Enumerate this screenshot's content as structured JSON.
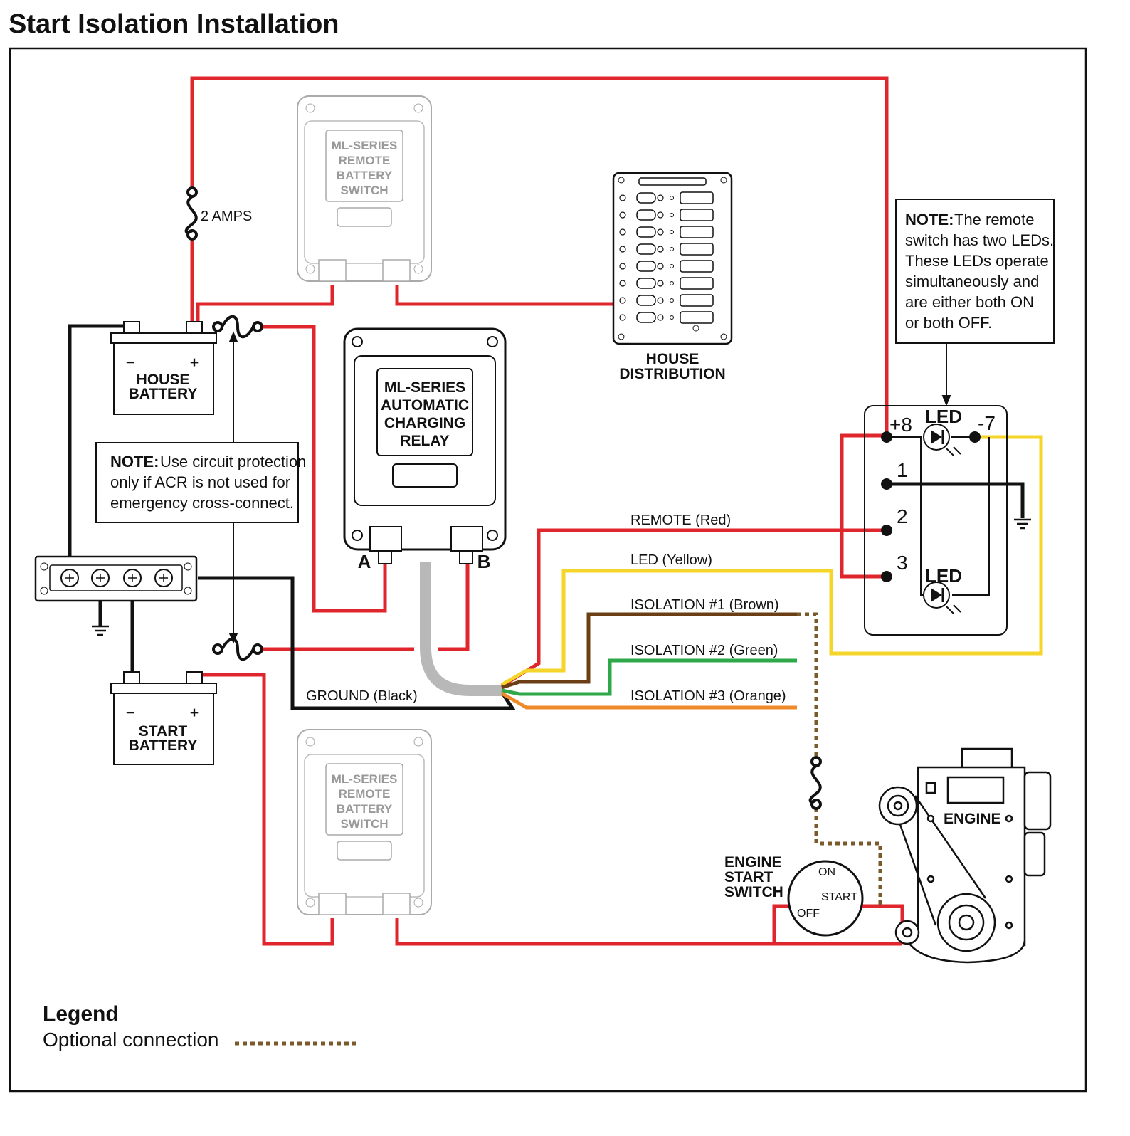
{
  "title": "Start Isolation Installation",
  "colors": {
    "red": "#e0262d",
    "black": "#111111",
    "yellow": "#f5d52a",
    "brown": "#6b3e14",
    "green": "#2fa84a",
    "orange": "#ef8a2b",
    "gray_cable": "#b8b8b8",
    "optional": "#7a5a2a"
  },
  "fuse_label": "2 AMPS",
  "remote_switch_top": [
    "ML-SERIES",
    "REMOTE",
    "BATTERY",
    "SWITCH"
  ],
  "remote_switch_bottom": [
    "ML-SERIES",
    "REMOTE",
    "BATTERY",
    "SWITCH"
  ],
  "acr": [
    "ML-SERIES",
    "AUTOMATIC",
    "CHARGING",
    "RELAY"
  ],
  "acr_terminal_a": "A",
  "acr_terminal_b": "B",
  "house_distribution": [
    "HOUSE",
    "DISTRIBUTION"
  ],
  "house_battery": [
    "HOUSE",
    "BATTERY"
  ],
  "start_battery": [
    "START",
    "BATTERY"
  ],
  "battery_minus": "−",
  "battery_plus": "+",
  "note_left": {
    "bold": "NOTE:",
    "lines": [
      "Use circuit protection",
      "only if ACR is not used for",
      "emergency cross-connect."
    ]
  },
  "note_right": {
    "bold": "NOTE:",
    "lines": [
      "The remote",
      "switch has two LEDs.",
      "These LEDs operate",
      "simultaneously and",
      "are either both ON",
      "or both OFF."
    ]
  },
  "switch_panel": {
    "plus_label": "+8",
    "minus_label": "-7",
    "led_top": "LED",
    "led_bottom": "LED",
    "terminals": [
      "1",
      "2",
      "3"
    ]
  },
  "wires": {
    "remote": "REMOTE (Red)",
    "led": "LED (Yellow)",
    "iso1": "ISOLATION #1 (Brown)",
    "iso2": "ISOLATION #2 (Green)",
    "iso3": "ISOLATION #3 (Orange)",
    "ground": "GROUND (Black)"
  },
  "engine_start_switch": {
    "label": [
      "ENGINE",
      "START",
      "SWITCH"
    ],
    "positions": [
      "ON",
      "START",
      "OFF"
    ]
  },
  "engine_label": "ENGINE",
  "legend": {
    "heading": "Legend",
    "item": "Optional connection"
  }
}
